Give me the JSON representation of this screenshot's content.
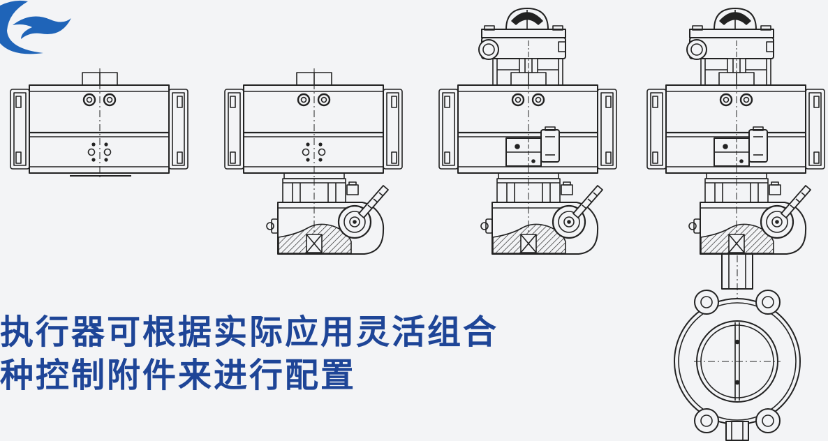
{
  "logo": {
    "icon": "company-logo"
  },
  "caption": {
    "line1": "执行器可根据实际应用灵活组合",
    "line2": "种控制附件来进行配置"
  },
  "colors": {
    "background": "#f3f4f6",
    "caption_text": "#1e4597",
    "logo": "#1f64b8",
    "drawing_line": "#222222"
  }
}
